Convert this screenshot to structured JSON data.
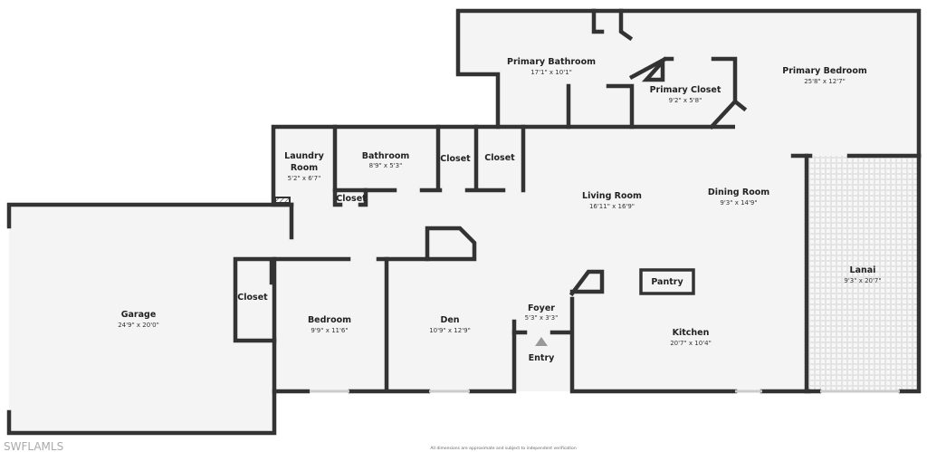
{
  "rooms": {
    "primary_bathroom": {
      "name": "Primary Bathroom",
      "dims": "17'1\" x 10'1\""
    },
    "primary_closet": {
      "name": "Primary Closet",
      "dims": "9'2\" x 5'8\""
    },
    "primary_bedroom": {
      "name": "Primary Bedroom",
      "dims": "25'8\" x 12'7\""
    },
    "laundry": {
      "name1": "Laundry",
      "name2": "Room",
      "dims": "5'2\" x 6'7\""
    },
    "bathroom": {
      "name": "Bathroom",
      "dims": "8'9\" x 5'3\""
    },
    "closet1": {
      "name": "Closet"
    },
    "closet2": {
      "name": "Closet"
    },
    "closet3": {
      "name": "Closet"
    },
    "closet4": {
      "name": "Closet"
    },
    "living": {
      "name": "Living Room",
      "dims": "16'11\" x 16'9\""
    },
    "dining": {
      "name": "Dining Room",
      "dims": "9'3\" x 14'9\""
    },
    "lanai": {
      "name": "Lanai",
      "dims": "9'3\" x 20'7\""
    },
    "garage": {
      "name": "Garage",
      "dims": "24'9\" x 20'0\""
    },
    "bedroom": {
      "name": "Bedroom",
      "dims": "9'9\" x 11'6\""
    },
    "den": {
      "name": "Den",
      "dims": "10'9\" x 12'9\""
    },
    "foyer": {
      "name": "Foyer",
      "dims": "5'3\" x 3'3\""
    },
    "pantry": {
      "name": "Pantry"
    },
    "kitchen": {
      "name": "Kitchen",
      "dims": "20'7\" x 10'4\""
    }
  },
  "entry_label": "Entry",
  "watermark": "SWFLAMLS",
  "disclaimer": "All dimensions are approximate and subject to independent verification"
}
